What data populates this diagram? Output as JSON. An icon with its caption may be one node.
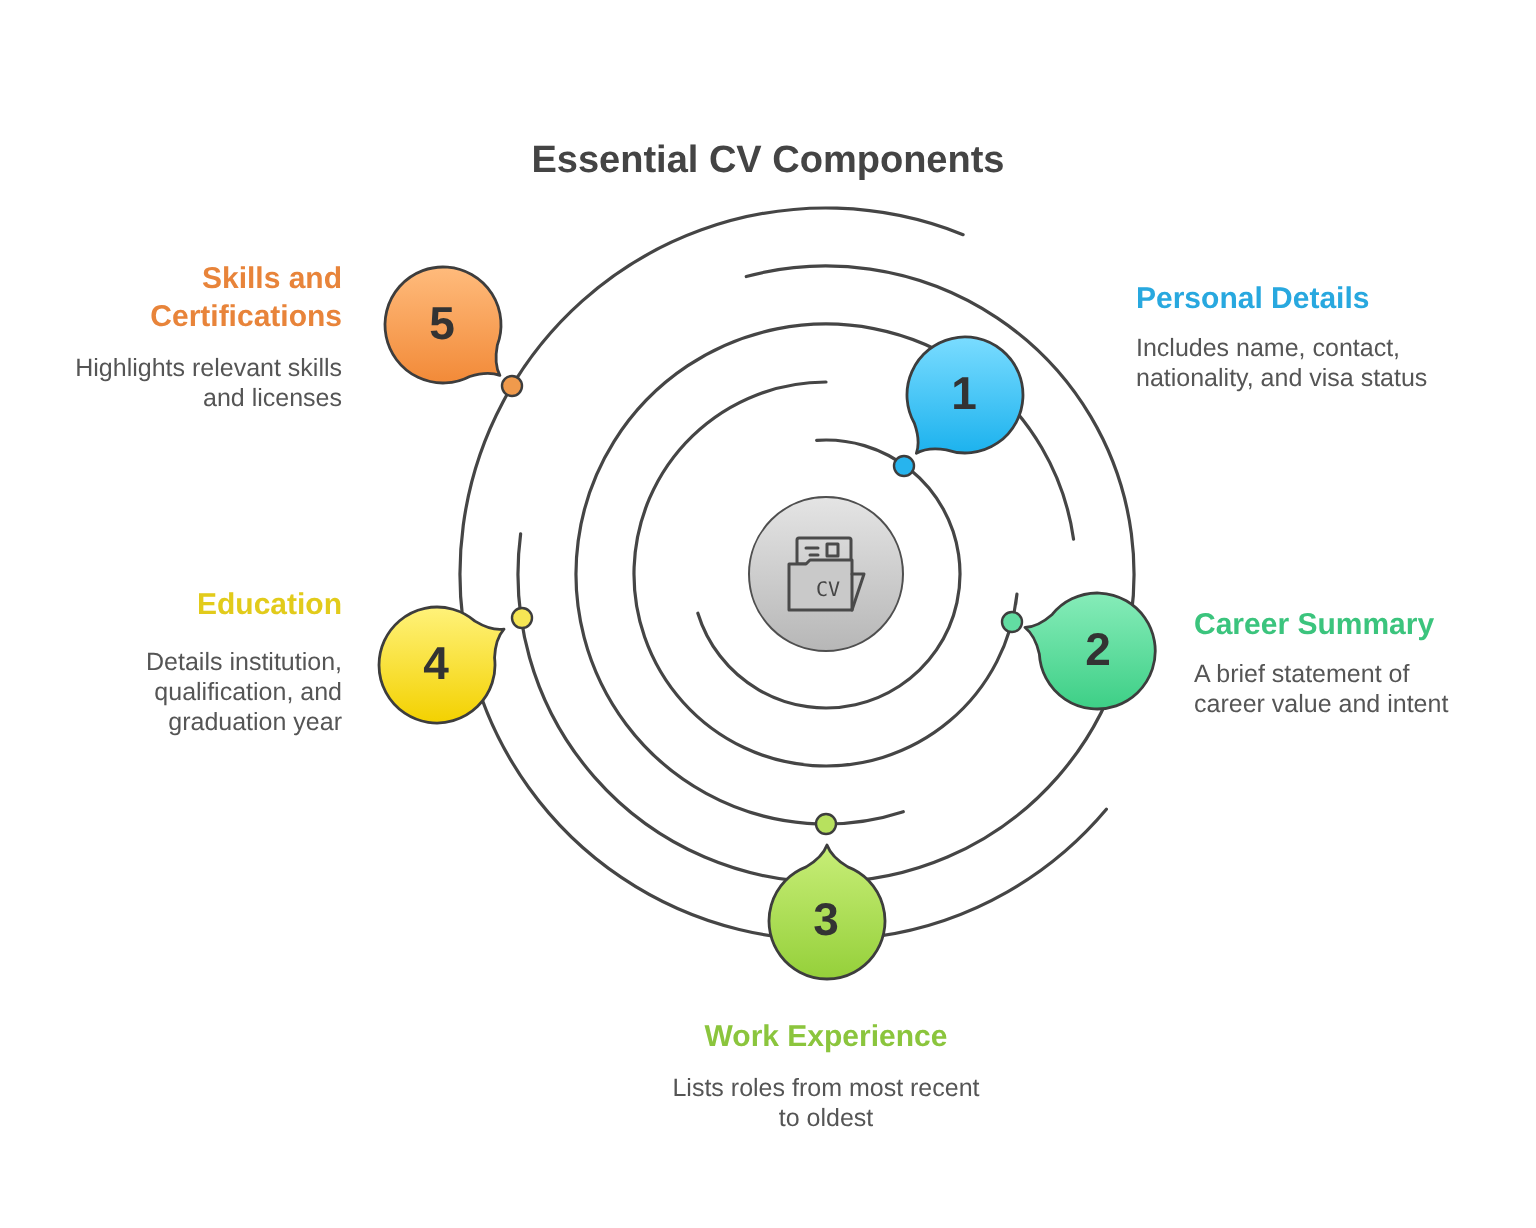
{
  "diagram": {
    "title": "Essential CV Components",
    "nodes": [
      {
        "text": [
          "CV"
        ]
      },
      {
        "text": [
          "1"
        ],
        "beside": [
          "Personal Details",
          "Includes name, contact, nationality, and visa status"
        ]
      },
      {
        "text": [
          "2"
        ],
        "beside": [
          "Career Summary",
          "A brief statement of career value and intent"
        ]
      },
      {
        "text": [
          "3"
        ],
        "beside": [
          "Work Experience",
          "Lists roles from most recent to oldest"
        ]
      },
      {
        "text": [
          "4"
        ],
        "beside": [
          "Education",
          "Details institution, qualification, and graduation year"
        ]
      },
      {
        "text": [
          "5"
        ],
        "beside": [
          "Skills and Certifications",
          "Highlights relevant skills and licenses"
        ]
      }
    ]
  }
}
